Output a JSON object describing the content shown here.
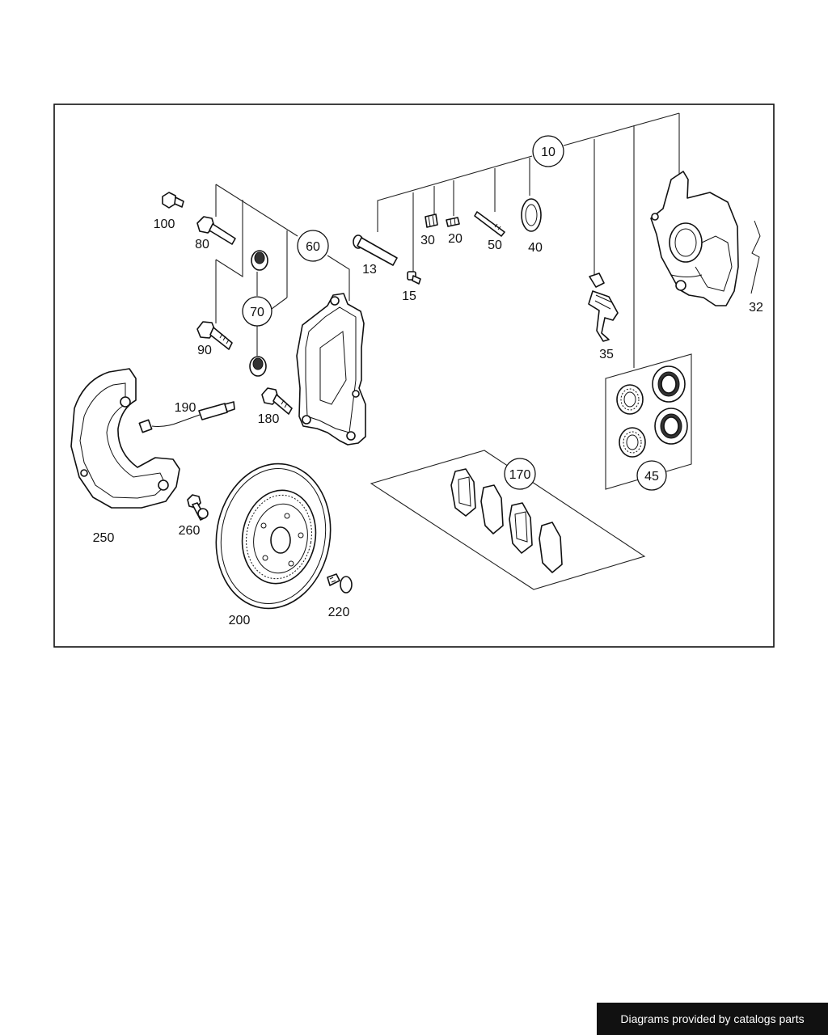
{
  "labels": {
    "l10": "10",
    "l13": "13",
    "l15": "15",
    "l20": "20",
    "l30": "30",
    "l32": "32",
    "l35": "35",
    "l40": "40",
    "l45": "45",
    "l50": "50",
    "l60": "60",
    "l70": "70",
    "l80": "80",
    "l90": "90",
    "l100": "100",
    "l170": "170",
    "l180": "180",
    "l190": "190",
    "l200": "200",
    "l220": "220",
    "l250": "250",
    "l260": "260"
  },
  "footer": {
    "credit": "Diagrams provided by catalogs parts"
  }
}
